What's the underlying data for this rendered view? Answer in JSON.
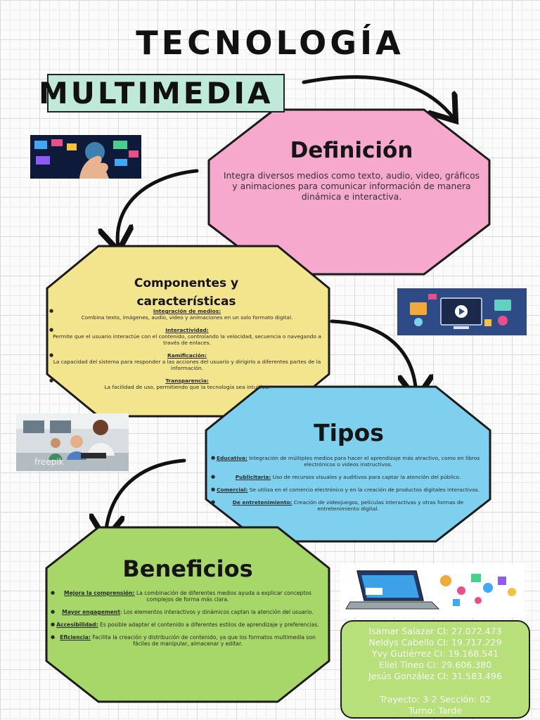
{
  "title": "TECNOLOGÍA",
  "subtitle": "MULTIMEDIA",
  "colors": {
    "definicion_fill": "#f7a9cd",
    "componentes_fill": "#f3e58e",
    "tipos_fill": "#7fd0ee",
    "beneficios_fill": "#a7d768",
    "subtitle_fill": "#bfe9d8",
    "authors_fill": "#b8e07a"
  },
  "definicion": {
    "title": "Definición",
    "text": "Integra diversos medios como texto, audio, video, gráficos y animaciones para comunicar información de manera dinámica e interactiva."
  },
  "componentes": {
    "title": "Componentes y características",
    "items": [
      {
        "heading": "Integración de medios:",
        "text": "Combina texto, imágenes, audio, video y animaciones en un solo formato digital."
      },
      {
        "heading": "Interactividad:",
        "text": "Permite que el usuario interactúe con el contenido, controlando la velocidad, secuencia o navegando a través de enlaces."
      },
      {
        "heading": "Ramificación:",
        "text": "La capacidad del sistema para responder a las acciones del usuario y dirigirlo a diferentes partes de la información."
      },
      {
        "heading": "Transparencia:",
        "text": "La facilidad de uso, permitiendo que la tecnología sea intuitiva."
      }
    ]
  },
  "tipos": {
    "title": "Tipos",
    "items": [
      {
        "heading": "Educativa:",
        "text": "Integración de múltiples medios para hacer el aprendizaje más atractivo, como en libros electrónicos o videos instructivos."
      },
      {
        "heading": "Publicitaria:",
        "text": "Uso de recursos visuales y auditivos para captar la atención del público."
      },
      {
        "heading": "Comercial:",
        "text": "Se utiliza en el comercio electrónico y en la creación de productos digitales interactivos."
      },
      {
        "heading": "De entretenimiento:",
        "text": "Creación de videojuegos, películas interactivas y otras formas de entretenimiento digital."
      }
    ]
  },
  "beneficios": {
    "title": "Beneficios",
    "items": [
      {
        "heading": "Mejora la comprensión:",
        "text": "La combinación de diferentes medios ayuda a explicar conceptos complejos de forma más clara."
      },
      {
        "heading": "Mayor engagement",
        "text": ": Los elementos interactivos y dinámicos captan la atención del usuario."
      },
      {
        "heading": "Accesibilidad:",
        "text": "Es posible adaptar el contenido a diferentes estilos de aprendizaje y preferencias."
      },
      {
        "heading": "Eficiencia:",
        "text": "Facilita la creación y distribución de contenido, ya que los formatos multimedia son fáciles de manipular, almacenar y editar."
      }
    ]
  },
  "images": {
    "classroom_watermark": "freepik"
  },
  "authors": [
    "Isamar Salazar CI: 27.072.473",
    "Neldys Cabello CI: 19.717.229",
    "Yvy Gutiérrez CI: 19.168.541",
    "Eliel Tineo CI: 29.606.380",
    "Jesús González CI: 31.583.496"
  ],
  "trayecto": "Trayecto: 3-2 Sección: 02",
  "turno": "Turno: Tarde"
}
